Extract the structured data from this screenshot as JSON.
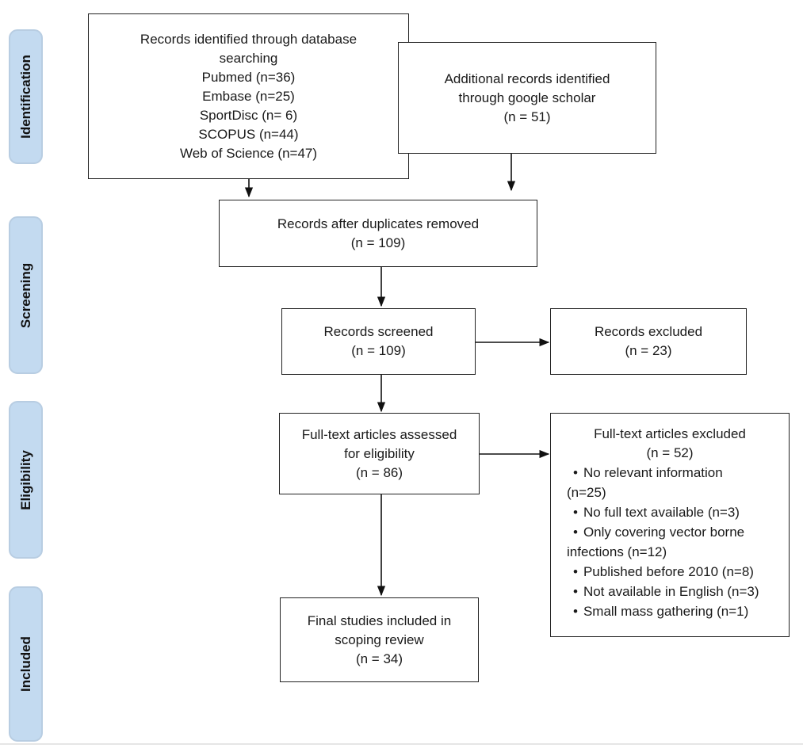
{
  "phases": {
    "identification": "Identification",
    "screening": "Screening",
    "eligibility": "Eligibility",
    "included": "Included"
  },
  "boxes": {
    "database": {
      "lines": [
        "Records identified through database",
        "searching",
        "Pubmed (n=36)",
        "Embase (n=25)",
        "SportDisc (n= 6)",
        "SCOPUS (n=44)",
        "Web of Science (n=47)"
      ]
    },
    "scholar": {
      "lines": [
        "Additional records identified",
        "through google scholar",
        "(n = 51)"
      ]
    },
    "duplicates": {
      "lines": [
        "Records after duplicates removed",
        "(n = 109)"
      ]
    },
    "screened": {
      "lines": [
        "Records screened",
        "(n = 109)"
      ]
    },
    "excluded": {
      "lines": [
        "Records excluded",
        "(n = 23)"
      ]
    },
    "fulltext": {
      "lines": [
        "Full-text articles assessed",
        "for eligibility",
        "(n = 86)"
      ]
    },
    "fulltext_excluded": {
      "title": "Full-text articles excluded",
      "count": "(n = 52)",
      "items": [
        "No relevant information",
        "(n=25)",
        "No full text available (n=3)",
        "Only covering vector borne",
        "infections (n=12)",
        "Published before 2010 (n=8)",
        "Not available in English (n=3)",
        "Small mass gathering (n=1)"
      ]
    },
    "final": {
      "lines": [
        "Final studies included in",
        "scoping review",
        "(n = 34)"
      ]
    }
  }
}
